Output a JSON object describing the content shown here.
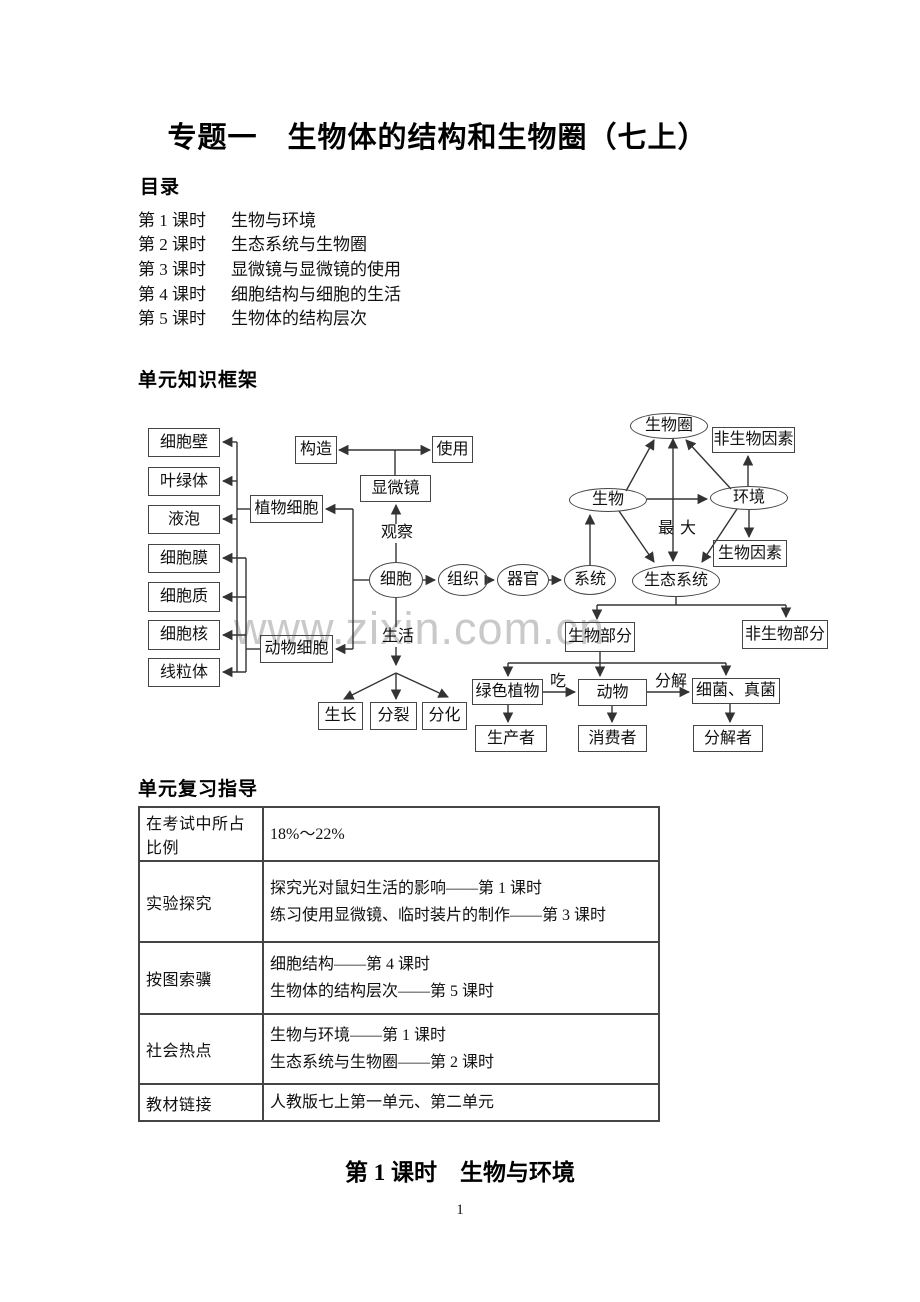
{
  "page": {
    "title": "专题一　生物体的结构和生物圈（七上）",
    "lesson_heading": "第 1 课时　生物与环境",
    "page_number": "1"
  },
  "toc": {
    "heading": "目录",
    "items": [
      {
        "num": "第 1 课时",
        "title": "生物与环境"
      },
      {
        "num": "第 2 课时",
        "title": "生态系统与生物圈"
      },
      {
        "num": "第 3 课时",
        "title": "显微镜与显微镜的使用"
      },
      {
        "num": "第 4 课时",
        "title": "细胞结构与细胞的生活"
      },
      {
        "num": "第 5 课时",
        "title": "生物体的结构层次"
      }
    ]
  },
  "framework": {
    "heading": "单元知识框架",
    "watermark": "www.zixin.com.cn",
    "nodes": {
      "cell_wall": "细胞壁",
      "chloroplast": "叶绿体",
      "vacuole": "液泡",
      "membrane": "细胞膜",
      "cytoplasm": "细胞质",
      "nucleus": "细胞核",
      "mitochondria": "线粒体",
      "plant_cell": "植物细胞",
      "animal_cell": "动物细胞",
      "structure": "构造",
      "usage": "使用",
      "microscope": "显微镜",
      "observe": "观察",
      "cell": "细胞",
      "tissue": "组织",
      "organ": "器官",
      "system": "系统",
      "life": "生活",
      "grow": "生长",
      "divide": "分裂",
      "differentiate": "分化",
      "biosphere": "生物圈",
      "organism": "生物",
      "environment": "环境",
      "abiotic_factor": "非生物因素",
      "biotic_factor": "生物因素",
      "max": "最大",
      "ecosystem": "生态系统",
      "biotic_part": "生物部分",
      "abiotic_part": "非生物部分",
      "green_plant": "绿色植物",
      "eat": "吃",
      "animal": "动物",
      "decompose": "分解",
      "bacteria_fungi": "细菌、真菌",
      "producer": "生产者",
      "consumer": "消费者",
      "decomposer": "分解者"
    }
  },
  "review": {
    "heading": "单元复习指导",
    "rows": [
      {
        "label": "在考试中所占比例",
        "lines": [
          "18%～22%",
          ""
        ]
      },
      {
        "label": "实验探究",
        "lines": [
          "探究光对鼠妇生活的影响——第 1 课时",
          "练习使用显微镜、临时装片的制作——第 3 课时"
        ]
      },
      {
        "label": "按图索骥",
        "lines": [
          "细胞结构——第 4 课时",
          "生物体的结构层次——第 5 课时"
        ]
      },
      {
        "label": "社会热点",
        "lines": [
          "生物与环境——第 1 课时",
          "生态系统与生物圈——第 2 课时"
        ]
      },
      {
        "label": "教材链接",
        "lines": [
          "人教版七上第一单元、第二单元",
          ""
        ]
      }
    ]
  }
}
